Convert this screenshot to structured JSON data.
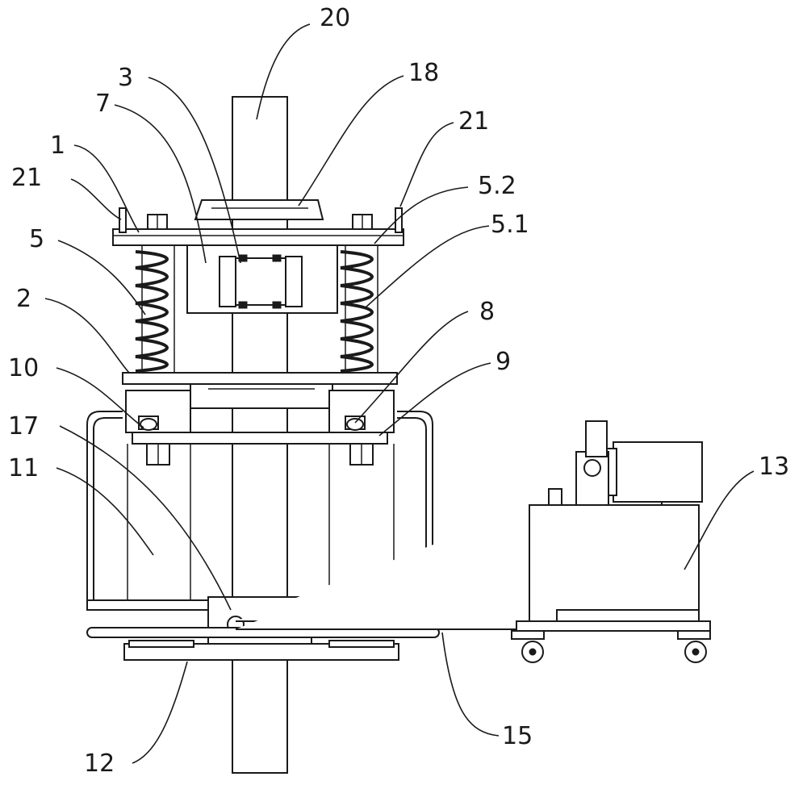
{
  "figure": {
    "labels": {
      "l20": "20",
      "l3": "3",
      "l18": "18",
      "l7": "7",
      "l21_right": "21",
      "l1": "1",
      "l21_left": "21",
      "l5_2": "5.2",
      "l5_1": "5.1",
      "l5": "5",
      "l2": "2",
      "l8": "8",
      "l10": "10",
      "l9": "9",
      "l17": "17",
      "l11": "11",
      "l13": "13",
      "l15": "15",
      "l12": "12"
    },
    "line_color": "#1a1a1a",
    "background_color": "#ffffff"
  }
}
